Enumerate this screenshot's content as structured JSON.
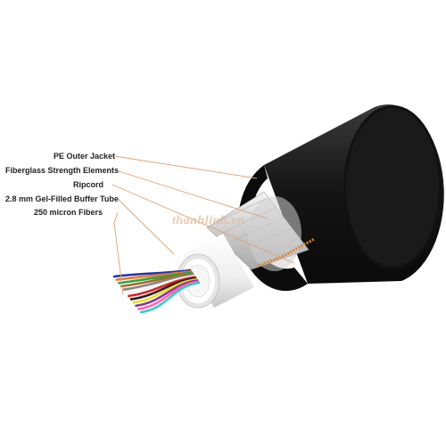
{
  "diagram": {
    "labels": [
      "PE Outer Jacket",
      "Fiberglass Strength Elements",
      "Ripcord",
      "2.8 mm Gel-Filled Buffer Tube",
      "250 micron Fibers"
    ],
    "watermark": "thanhlinh.vn",
    "colors": {
      "jacket": "#141414",
      "strength": "#d8d8d8",
      "buffer_tube": "#f2f2f2",
      "ripcord": "#d9822b",
      "leader_line": "#e0a070",
      "label_text": "#222222"
    },
    "fiber_colors": [
      "#2233aa",
      "#ee7722",
      "#22aa44",
      "#aa6622",
      "#888888",
      "#ffffff",
      "#dd2222",
      "#222222",
      "#eedd22",
      "#8833aa",
      "#ff66aa",
      "#33cccc"
    ]
  }
}
